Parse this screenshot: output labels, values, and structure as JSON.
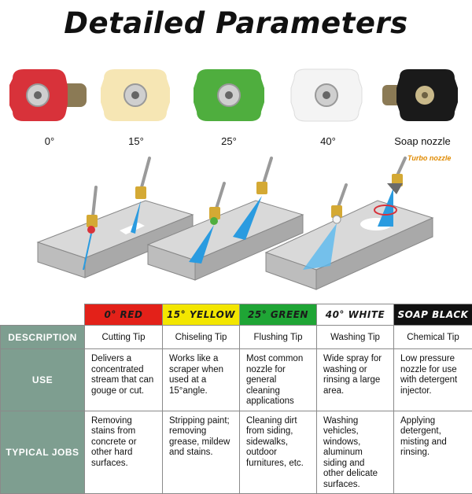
{
  "title": "Detailed Parameters",
  "nozzles": [
    {
      "label": "0°",
      "color": "#d8323a",
      "icon": "red-nozzle-tip-icon"
    },
    {
      "label": "15°",
      "color": "#f6e6b4",
      "icon": "yellow-nozzle-tip-icon"
    },
    {
      "label": "25°",
      "color": "#4fae3e",
      "icon": "green-nozzle-tip-icon"
    },
    {
      "label": "40°",
      "color": "#f4f4f4",
      "icon": "white-nozzle-tip-icon"
    },
    {
      "label": "Soap nozzle",
      "color": "#1a1a1a",
      "icon": "black-nozzle-tip-icon"
    }
  ],
  "turbo_label": "Turbo nozzle",
  "table": {
    "headers": [
      {
        "label": "0° RED",
        "bg": "#e32119",
        "fg": "#1a1a1a"
      },
      {
        "label": "15° YELLOW",
        "bg": "#f3e600",
        "fg": "#1a1a1a"
      },
      {
        "label": "25° GREEN",
        "bg": "#1fa535",
        "fg": "#1a1a1a"
      },
      {
        "label": "40° WHITE",
        "bg": "#ffffff",
        "fg": "#1a1a1a"
      },
      {
        "label": "SOAP BLACK",
        "bg": "#111111",
        "fg": "#ffffff"
      }
    ],
    "rows": [
      {
        "label": "DESCRIPTION",
        "cells": [
          "Cutting Tip",
          "Chiseling Tip",
          "Flushing Tip",
          "Washing Tip",
          "Chemical Tip"
        ]
      },
      {
        "label": "USE",
        "cells": [
          "Delivers a concentrated stream that can gouge or cut.",
          "Works like a scraper when used at a 15°angle.",
          "Most common nozzle for general cleaning applications",
          "Wide spray for washing or rinsing a large area.",
          "Low pressure nozzle for use with detergent injector."
        ]
      },
      {
        "label": "TYPICAL JOBS",
        "cells": [
          "Removing stains from concrete or other hard surfaces.",
          "Stripping paint; removing grease, mildew and stains.",
          "Cleaning dirt from siding, sidewalks, outdoor furnitures, etc.",
          "Washing vehicles, windows, aluminum siding and other delicate surfaces.",
          "Applying detergent, misting and rinsing."
        ]
      }
    ]
  }
}
